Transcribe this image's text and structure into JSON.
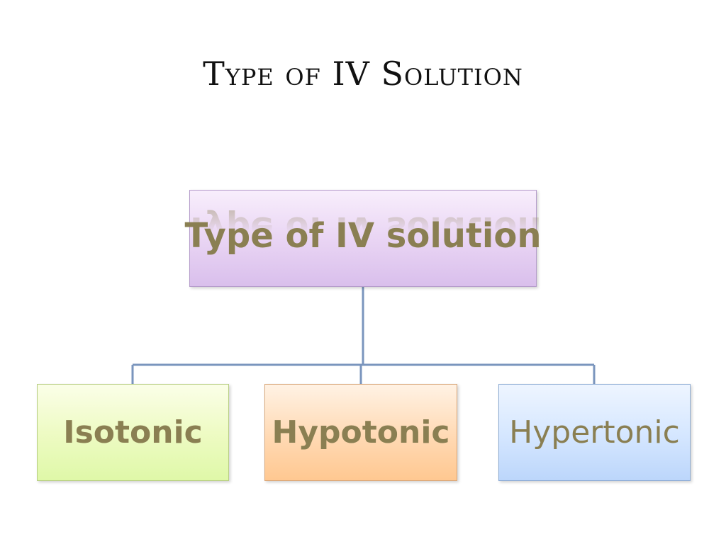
{
  "slide": {
    "title": "Type of IV Solution"
  },
  "diagram": {
    "root": {
      "label": "Type of IV solution",
      "color": "#e5cff2"
    },
    "children": [
      {
        "label": "Isotonic",
        "color": "#e9f9b8"
      },
      {
        "label": "Hypotonic",
        "color": "#ffd6aa"
      },
      {
        "label": "Hypertonic",
        "color": "#cfe2fd"
      }
    ],
    "text_color": "#8a7f52",
    "connector_color": "#7a95bd"
  }
}
